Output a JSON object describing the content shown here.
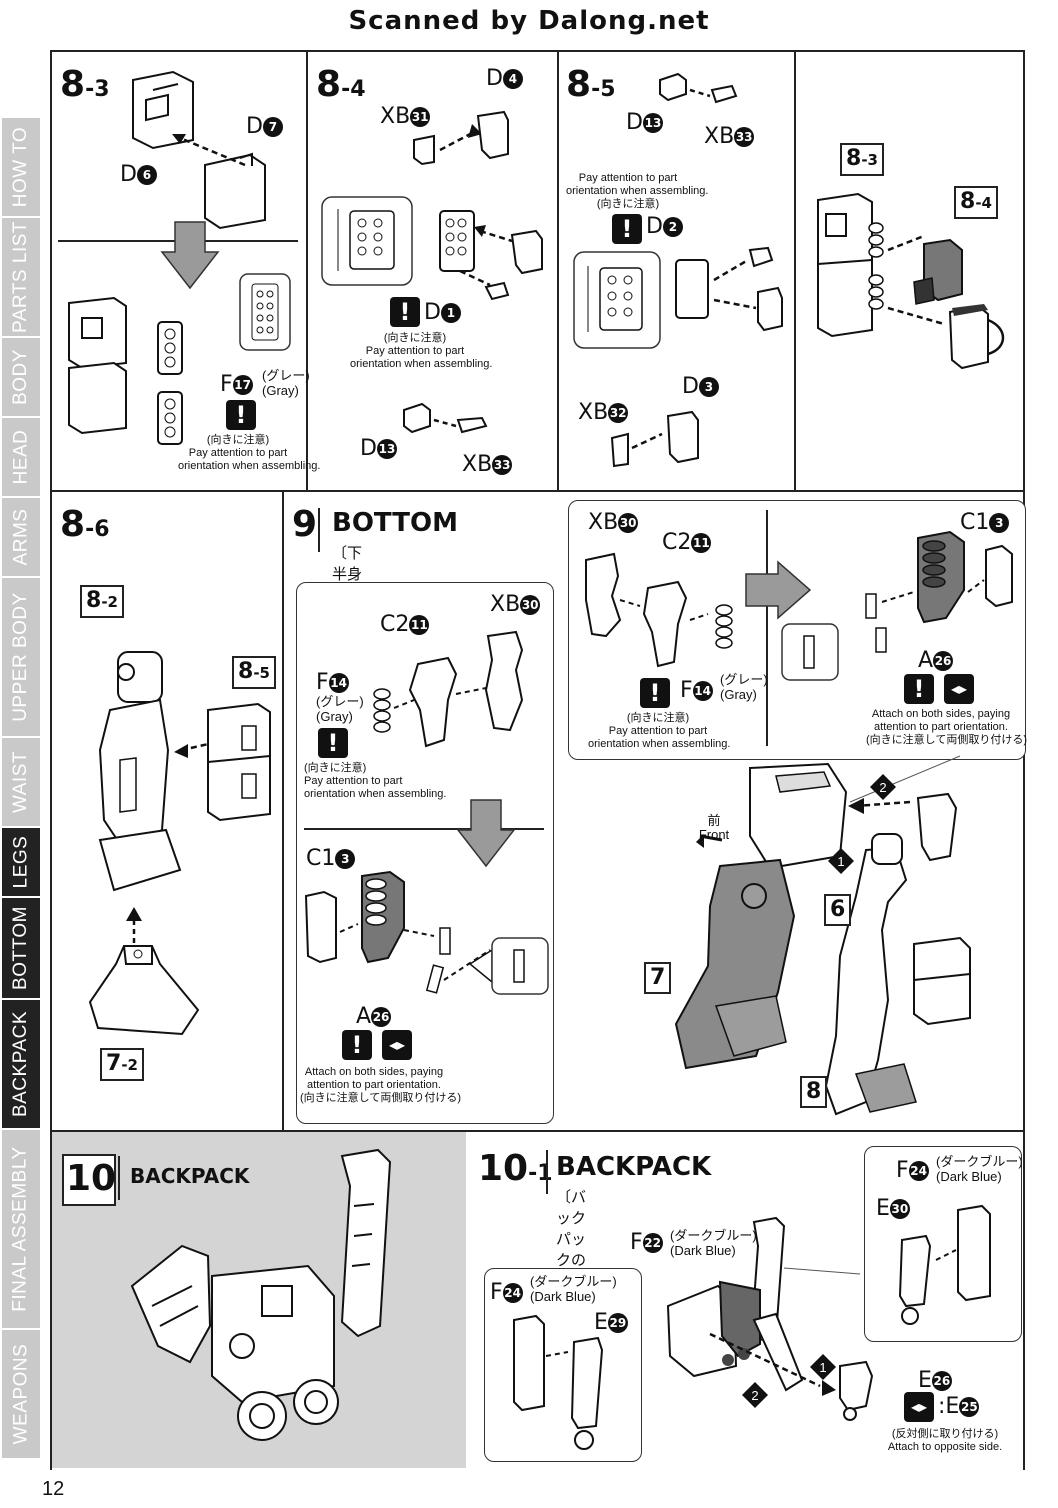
{
  "header": {
    "scan_credit": "Scanned by Dalong.net"
  },
  "page_number": "12",
  "side_tabs": [
    {
      "label": "HOW TO",
      "active": false
    },
    {
      "label": "PARTS LIST",
      "active": false
    },
    {
      "label": "BODY",
      "active": false
    },
    {
      "label": "HEAD",
      "active": false
    },
    {
      "label": "ARMS",
      "active": false
    },
    {
      "label": "UPPER BODY",
      "active": false
    },
    {
      "label": "WAIST",
      "active": false
    },
    {
      "label": "LEGS",
      "active": true
    },
    {
      "label": "BOTTOM",
      "active": true
    },
    {
      "label": "BACKPACK",
      "active": true
    },
    {
      "label": "FINAL ASSEMBLY",
      "active": false
    },
    {
      "label": "WEAPONS",
      "active": false
    }
  ],
  "notes": {
    "attention_jp": "(向きに注意)",
    "attention_en": "Pay attention to part orientation when assembling.",
    "attention_en_1": "Pay attention to part",
    "attention_en_2": "orientation when assembling.",
    "both_sides_1": "Attach on both sides, paying",
    "both_sides_2": "attention to part orientation.",
    "both_sides_jp": "(向きに注意して両側取り付ける)",
    "opposite_jp": "(反対側に取り付ける)",
    "opposite_en": "Attach to opposite side.",
    "gray_jp": "(グレー)",
    "gray_en": "(Gray)",
    "dark_blue_jp": "(ダークブルー)",
    "dark_blue_en": "(Dark Blue)",
    "front_jp": "前",
    "front_en": "Front"
  },
  "steps": {
    "s8_3": {
      "num": "8",
      "sub": "-3",
      "parts": [
        "D",
        "7",
        "D",
        "6"
      ],
      "gray_part": [
        "F",
        "17"
      ]
    },
    "s8_4": {
      "num": "8",
      "sub": "-4",
      "parts": [
        "D",
        "4",
        "XB",
        "31",
        "D",
        "1",
        "D",
        "13",
        "XB",
        "33"
      ]
    },
    "s8_5": {
      "num": "8",
      "sub": "-5",
      "parts": [
        "D",
        "13",
        "XB",
        "33",
        "D",
        "2",
        "D",
        "3",
        "XB",
        "32"
      ]
    },
    "s8_6": {
      "num": "8",
      "sub": "-6",
      "refs": [
        "8",
        "-2",
        "8",
        "-5",
        "7",
        "-2"
      ]
    },
    "s9": {
      "num": "9",
      "title": "BOTTOM",
      "title_jp": "〔下半身の組立〕",
      "parts": [
        "C2",
        "11",
        "XB",
        "30",
        "F",
        "14",
        "C1",
        "3",
        "A",
        "26"
      ],
      "refs": [
        "7",
        "8",
        "6"
      ],
      "order": [
        "1",
        "2"
      ]
    },
    "s10": {
      "num": "10",
      "title": "BACKPACK"
    },
    "s10_1": {
      "num": "10",
      "sub": "-1",
      "title": "BACKPACK",
      "title_jp": "〔バックパックの組立〕",
      "parts": [
        "F",
        "24",
        "E",
        "30",
        "F",
        "22",
        "F",
        "24",
        "E",
        "29",
        "E",
        "26",
        "E",
        "25"
      ],
      "order": [
        "1",
        "2"
      ]
    },
    "ref_8_3": {
      "num": "8",
      "sub": "-3"
    },
    "ref_8_4": {
      "num": "8",
      "sub": "-4"
    }
  }
}
